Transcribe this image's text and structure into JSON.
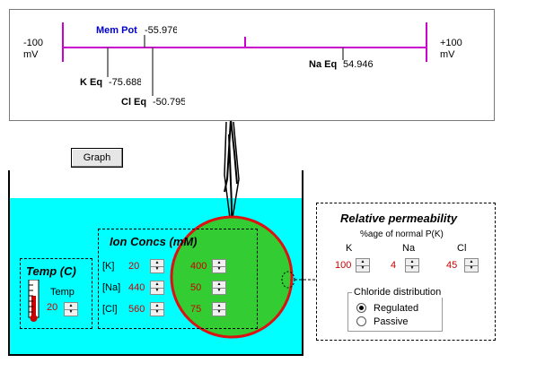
{
  "meter": {
    "left_value": "-100",
    "left_unit": "mV",
    "right_value": "+100",
    "right_unit": "mV",
    "mem_pot_label": "Mem Pot",
    "mem_pot_value": "-55.976",
    "k_eq_label": "K Eq",
    "k_eq_value": "-75.688",
    "cl_eq_label": "Cl Eq",
    "cl_eq_value": "-50.795",
    "na_eq_label": "Na Eq",
    "na_eq_value": "54.946"
  },
  "graph_button": "Graph",
  "temp": {
    "title": "Temp (C)",
    "label": "Temp",
    "value": "20"
  },
  "ion_concs": {
    "title": "Ion Concs  (mM)",
    "rows": [
      {
        "label": "[K]",
        "outside": "20",
        "inside": "400"
      },
      {
        "label": "[Na]",
        "outside": "440",
        "inside": "50"
      },
      {
        "label": "[Cl]",
        "outside": "560",
        "inside": "75"
      }
    ]
  },
  "permeability": {
    "title": "Relative permeability",
    "subtitle": "%age of normal P(K)",
    "k_label": "K",
    "k_value": "100",
    "na_label": "Na",
    "na_value": "4",
    "cl_label": "Cl",
    "cl_value": "45",
    "chloride_title": "Chloride distribution",
    "option_regulated": "Regulated",
    "option_passive": "Passive",
    "selected": "Regulated"
  },
  "colors": {
    "scale": "#cc00cc",
    "bath": "#00ffff",
    "cell": "#33cc33",
    "membrane": "#dd1111",
    "mem_pot_label": "#0000cc"
  }
}
